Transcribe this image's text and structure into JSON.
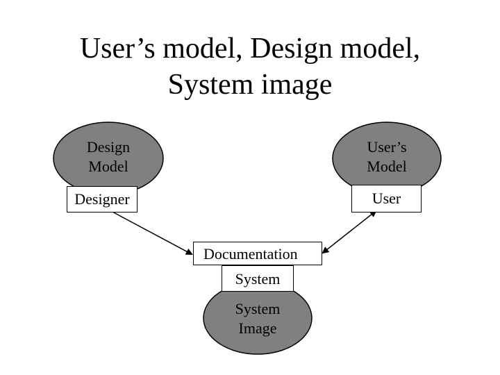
{
  "title": {
    "line1": "User’s model, Design model,",
    "line2": "System image"
  },
  "design_model": {
    "line1": "Design",
    "line2": "Model",
    "box_label": "Designer"
  },
  "user_model": {
    "line1": "User’s",
    "line2": "Model",
    "box_label": "User"
  },
  "system_image": {
    "doc_label": "Documentation",
    "system_label": "System",
    "line1": "System",
    "line2": "Image"
  },
  "colors": {
    "ellipse_fill": "#808080",
    "stroke": "#000000",
    "box_fill": "#ffffff"
  }
}
